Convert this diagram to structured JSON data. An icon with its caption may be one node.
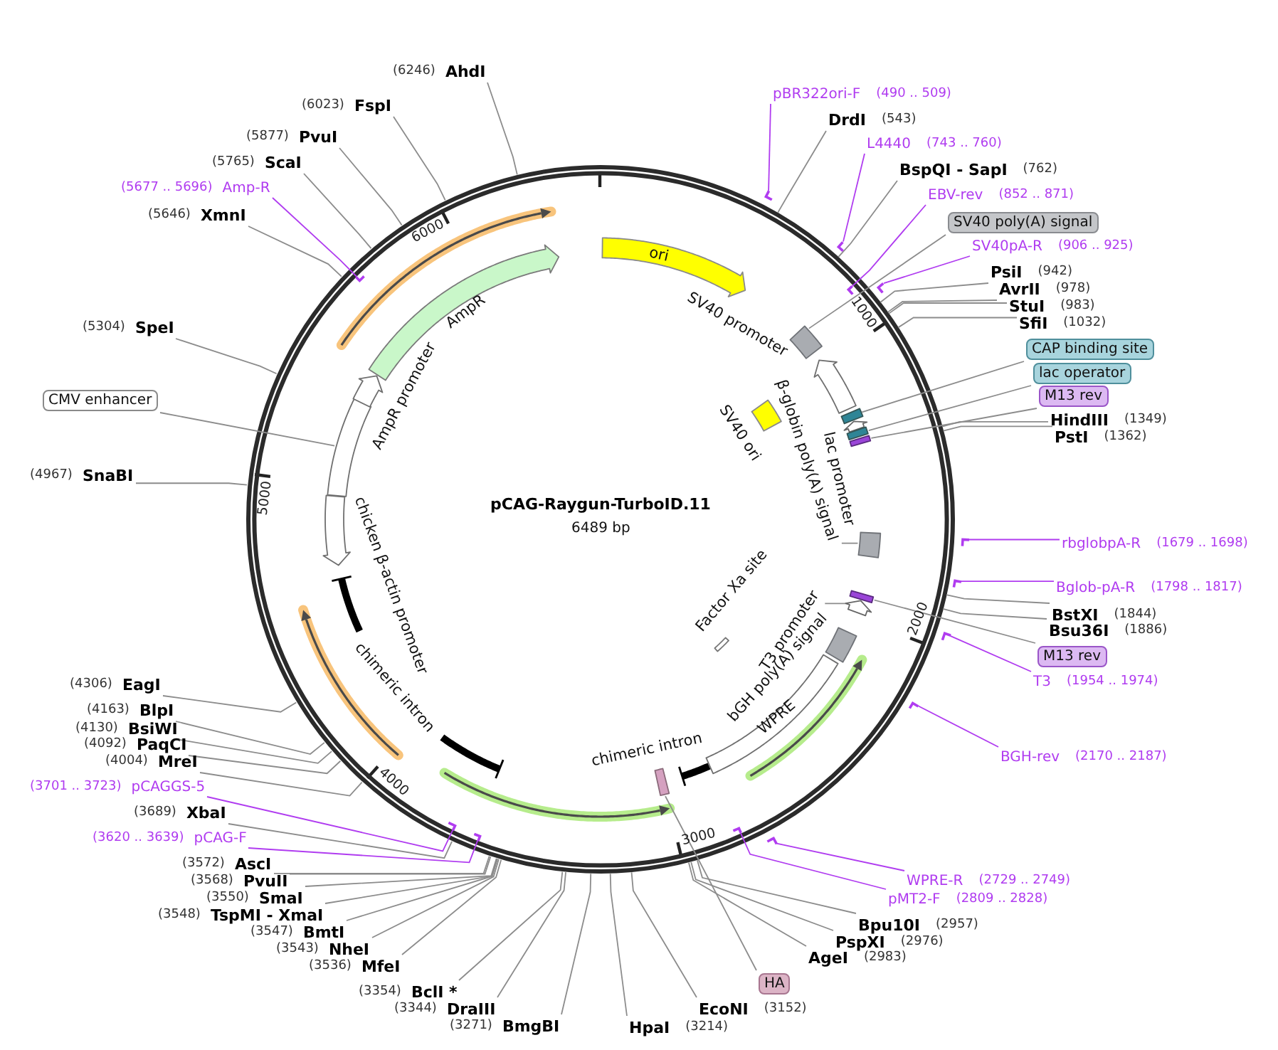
{
  "diagram": {
    "title": "pCAG-Raygun-TurboID.11",
    "nodes": [
      {
        "text": [],
        "shape": "circle"
      },
      {
        "text": [
          "pBR322ori-F",
          "(490 .. 509)"
        ]
      },
      {
        "text": [],
        "shape": "bracket"
      },
      {
        "text": [
          "DrdI",
          "(543)"
        ]
      },
      {
        "text": [
          "L4440",
          "(743 .. 760)"
        ]
      },
      {
        "text": [],
        "shape": "bracket"
      },
      {
        "text": [
          "BspQI - SapI",
          "(762)"
        ]
      },
      {
        "text": [
          "EBV-rev",
          "(852 .. 871)"
        ]
      },
      {
        "text": [],
        "shape": "bracket",
        "in": 0
      },
      {
        "text": [
          "SV40 poly(A) signal"
        ]
      },
      {
        "text": [
          "SV40pA-R",
          "(906 .. 925)"
        ]
      },
      {
        "text": [],
        "shape": "bracket"
      },
      {
        "text": [
          "PsiI",
          "(942)"
        ]
      },
      {
        "text": [
          "AvrII",
          "(978)"
        ]
      },
      {
        "text": [
          "StuI",
          "(983)"
        ]
      },
      {
        "text": [
          "SfiI",
          "(1032)"
        ]
      },
      {
        "text": [
          "CAP binding site"
        ]
      },
      {
        "text": [
          "lac operator"
        ]
      },
      {
        "text": [
          "M13 rev"
        ]
      },
      {
        "text": [
          "HindIII",
          "(1349)"
        ]
      },
      {
        "text": [
          "PstI",
          "(1362)"
        ]
      },
      {
        "text": [
          "rbglobpA-R",
          "(1679 .. 1698)"
        ]
      },
      {
        "text": [],
        "shape": "bracket"
      },
      {
        "text": [
          "Bglob-pA-R",
          "(1798 .. 1817)"
        ]
      },
      {
        "text": [],
        "shape": "bracket"
      },
      {
        "text": [
          "BstXI",
          "(1844)"
        ]
      },
      {
        "text": [
          "Bsu36I",
          "(1886)"
        ]
      },
      {
        "text": [
          "M13 rev"
        ]
      },
      {
        "text": [
          "T3",
          "(1954 .. 1974)"
        ]
      },
      {
        "text": [],
        "shape": "bracket"
      },
      {
        "text": [
          "BGH-rev",
          "(2170 .. 2187)"
        ]
      },
      {
        "text": [],
        "shape": "bracket"
      },
      {
        "text": [
          "WPRE-R",
          "(2729 .. 2749)"
        ]
      },
      {
        "text": [],
        "shape": "bracket"
      },
      {
        "text": [
          "pMT2-F",
          "(2809 .. 2828)"
        ]
      },
      {
        "text": [],
        "shape": "bracket",
        "in": 0
      },
      {
        "text": [
          "Bpu10I",
          "(2957)"
        ]
      },
      {
        "text": [
          "PspXI",
          "(2976)"
        ]
      },
      {
        "text": [
          "AgeI",
          "(2983)"
        ]
      },
      {
        "text": [
          "HA"
        ]
      },
      {
        "text": [
          "EcoNI",
          "(3152)"
        ]
      },
      {
        "text": [
          "HpaI",
          "(3214)"
        ]
      },
      {
        "text": [
          "(3271)",
          "BmgBI"
        ]
      },
      {
        "text": [
          "(3344)",
          "DraIII"
        ]
      },
      {
        "text": [
          "(3354)",
          "BclI *"
        ]
      },
      {
        "text": [
          "(3536)",
          "MfeI"
        ]
      },
      {
        "text": [
          "(3543)",
          "NheI"
        ]
      },
      {
        "text": [
          "(3547)",
          "BmtI"
        ]
      },
      {
        "text": [
          "(3548)",
          "TspMI - XmaI"
        ]
      },
      {
        "text": [
          "(3550)",
          "SmaI"
        ]
      },
      {
        "text": [
          "(3568)",
          "PvuII"
        ]
      },
      {
        "text": [
          "(3572)",
          "AscI"
        ]
      },
      {
        "text": [
          "(3620 .. 3639)",
          "pCAG-F"
        ]
      },
      {
        "text": [],
        "shape": "bracket",
        "in": 0
      },
      {
        "text": [
          "(3689)",
          "XbaI"
        ]
      },
      {
        "text": [
          "(3701 .. 3723)",
          "pCAGGS-5"
        ]
      },
      {
        "text": [],
        "shape": "bracket",
        "in": 0
      },
      {
        "text": [
          "(4004)",
          "MreI"
        ]
      },
      {
        "text": [
          "(4092)",
          "PaqCI"
        ]
      },
      {
        "text": [
          "(4130)",
          "BsiWI"
        ]
      },
      {
        "text": [
          "(4163)",
          "BlpI"
        ]
      },
      {
        "text": [
          "(4306)",
          "EagI"
        ]
      },
      {
        "text": [
          "(4967)",
          "SnaBI"
        ]
      },
      {
        "text": [
          "CMV enhancer"
        ]
      },
      {
        "text": [
          "(5304)",
          "SpeI"
        ]
      },
      {
        "text": [
          "(5646)",
          "XmnI"
        ]
      },
      {
        "text": [
          "(5677 .. 5696)",
          "Amp-R"
        ]
      },
      {
        "text": [],
        "shape": "bracket",
        "in": 0
      },
      {
        "text": [
          "(5765)",
          "ScaI"
        ]
      },
      {
        "text": [
          "(5877)",
          "PvuI"
        ]
      },
      {
        "text": [
          "(6023)",
          "FspI"
        ]
      },
      {
        "text": [
          "(6246)",
          "AhdI"
        ]
      },
      {
        "text": [
          "ori"
        ],
        "in": 0
      },
      {
        "text": [],
        "shape": "box",
        "in": 0
      },
      {
        "text": [
          "SV40 promoter"
        ],
        "in": 0
      },
      {
        "text": [
          "SV40 ori"
        ],
        "in": 0
      },
      {
        "text": [],
        "shape": "box",
        "in": 0
      },
      {
        "text": [
          "lac promoter"
        ],
        "in": 0
      },
      {
        "text": [],
        "shape": "box",
        "in": 0
      },
      {
        "text": [],
        "shape": "box",
        "in": 0
      },
      {
        "text": [
          "β-globin poly(A) signal"
        ],
        "in": 0
      },
      {
        "text": [],
        "shape": "box",
        "in": 0
      },
      {
        "text": [],
        "shape": "box",
        "in": 0
      },
      {
        "text": [
          "T3 promoter"
        ],
        "in": 0
      },
      {
        "text": [],
        "shape": "arrow",
        "in": 0
      },
      {
        "text": [
          "Factor Xa site"
        ],
        "in": 0
      },
      {
        "text": [
          "bGH poly(A) signal"
        ],
        "in": 0
      },
      {
        "text": [
          "WPRE"
        ],
        "in": 0
      },
      {
        "text": [
          "chimeric intron"
        ],
        "in": 0
      },
      {
        "text": [],
        "shape": "box",
        "in": 0
      },
      {
        "text": [],
        "shape": "bar",
        "in": 0
      },
      {
        "text": [
          "chimeric intron"
        ],
        "in": 0
      },
      {
        "text": [
          "chicken β-actin promoter"
        ],
        "in": 0
      },
      {
        "text": [],
        "shape": "box",
        "in": 0
      },
      {
        "text": [
          "AmpR promoter"
        ],
        "in": 0
      },
      {
        "text": [
          "AmpR"
        ],
        "in": 0
      }
    ],
    "edges": [
      {
        "from": 1,
        "to": 2,
        "arrow": "none",
        "color": "#b03cf0"
      },
      {
        "from": 3,
        "to": 0,
        "arrow": "none"
      },
      {
        "from": 4,
        "to": 5,
        "arrow": "none",
        "color": "#b03cf0"
      },
      {
        "from": 6,
        "to": 0,
        "arrow": "none"
      },
      {
        "from": 7,
        "to": 8,
        "arrow": "none",
        "color": "#b03cf0"
      },
      {
        "from": 9,
        "to": 73,
        "arrow": "none"
      },
      {
        "from": 10,
        "to": 11,
        "arrow": "none",
        "color": "#b03cf0"
      },
      {
        "from": 12,
        "to": 0,
        "arrow": "none"
      },
      {
        "from": 13,
        "to": 0,
        "arrow": "none"
      },
      {
        "from": 14,
        "to": 0,
        "arrow": "none"
      },
      {
        "from": 15,
        "to": 0,
        "arrow": "none"
      },
      {
        "from": 16,
        "to": 76,
        "arrow": "none"
      },
      {
        "from": 17,
        "to": 78,
        "arrow": "none"
      },
      {
        "from": 18,
        "to": 79,
        "arrow": "none"
      },
      {
        "from": 19,
        "to": 0,
        "arrow": "none"
      },
      {
        "from": 20,
        "to": 0,
        "arrow": "none"
      },
      {
        "from": 21,
        "to": 22,
        "arrow": "none",
        "color": "#b03cf0"
      },
      {
        "from": 23,
        "to": 24,
        "arrow": "none",
        "color": "#b03cf0"
      },
      {
        "from": 25,
        "to": 0,
        "arrow": "none"
      },
      {
        "from": 26,
        "to": 0,
        "arrow": "none"
      },
      {
        "from": 27,
        "to": 82,
        "arrow": "none"
      },
      {
        "from": 28,
        "to": 29,
        "arrow": "none",
        "color": "#b03cf0"
      },
      {
        "from": 30,
        "to": 31,
        "arrow": "none",
        "color": "#b03cf0"
      },
      {
        "from": 32,
        "to": 33,
        "arrow": "none",
        "color": "#b03cf0"
      },
      {
        "from": 34,
        "to": 35,
        "arrow": "none",
        "color": "#b03cf0"
      },
      {
        "from": 36,
        "to": 0,
        "arrow": "none"
      },
      {
        "from": 37,
        "to": 0,
        "arrow": "none"
      },
      {
        "from": 38,
        "to": 0,
        "arrow": "none"
      },
      {
        "from": 39,
        "to": 89,
        "arrow": "none"
      },
      {
        "from": 40,
        "to": 0,
        "arrow": "none"
      },
      {
        "from": 41,
        "to": 0,
        "arrow": "none"
      },
      {
        "from": 42,
        "to": 0,
        "arrow": "none"
      },
      {
        "from": 43,
        "to": 0,
        "arrow": "none"
      },
      {
        "from": 44,
        "to": 0,
        "arrow": "none"
      },
      {
        "from": 45,
        "to": 0,
        "arrow": "none"
      },
      {
        "from": 46,
        "to": 0,
        "arrow": "none"
      },
      {
        "from": 47,
        "to": 0,
        "arrow": "none"
      },
      {
        "from": 48,
        "to": 0,
        "arrow": "none"
      },
      {
        "from": 49,
        "to": 0,
        "arrow": "none"
      },
      {
        "from": 50,
        "to": 0,
        "arrow": "none"
      },
      {
        "from": 51,
        "to": 0,
        "arrow": "none"
      },
      {
        "from": 52,
        "to": 53,
        "arrow": "none",
        "color": "#b03cf0"
      },
      {
        "from": 54,
        "to": 0,
        "arrow": "none"
      },
      {
        "from": 55,
        "to": 56,
        "arrow": "none",
        "color": "#b03cf0"
      },
      {
        "from": 57,
        "to": 0,
        "arrow": "none"
      },
      {
        "from": 58,
        "to": 0,
        "arrow": "none"
      },
      {
        "from": 59,
        "to": 0,
        "arrow": "none"
      },
      {
        "from": 60,
        "to": 0,
        "arrow": "none"
      },
      {
        "from": 61,
        "to": 0,
        "arrow": "none"
      },
      {
        "from": 62,
        "to": 0,
        "arrow": "none"
      },
      {
        "from": 63,
        "to": 93,
        "arrow": "none"
      },
      {
        "from": 64,
        "to": 0,
        "arrow": "none"
      },
      {
        "from": 65,
        "to": 0,
        "arrow": "none"
      },
      {
        "from": 66,
        "to": 67,
        "arrow": "none",
        "color": "#b03cf0"
      },
      {
        "from": 68,
        "to": 0,
        "arrow": "none"
      },
      {
        "from": 69,
        "to": 0,
        "arrow": "none"
      },
      {
        "from": 70,
        "to": 0,
        "arrow": "none"
      },
      {
        "from": 71,
        "to": 0,
        "arrow": "none"
      },
      {
        "from": 80,
        "to": 81,
        "arrow": "none"
      },
      {
        "from": 83,
        "to": 84,
        "arrow": "none"
      }
    ],
    "labels": [
      "6489 bp",
      "1000",
      "2000",
      "3000",
      "4000",
      "5000",
      "6000"
    ]
  }
}
